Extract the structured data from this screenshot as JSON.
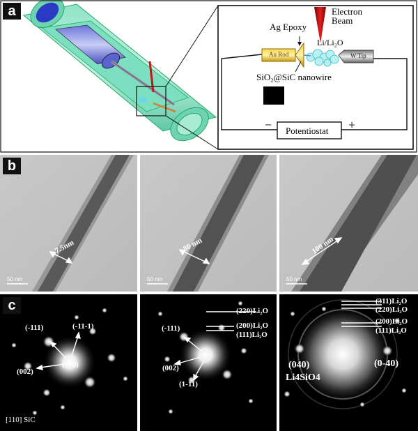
{
  "panel_a": {
    "label": "a",
    "electron_beam": "Electron\nBeam",
    "ag_epoxy": "Ag Epoxy",
    "li_li2o": "Li/Li₂O",
    "au_rod": "Au Rod",
    "w_tip": "W Tip",
    "nanowire": "SiO₂@SiC nanowire",
    "minus": "−",
    "plus": "+",
    "potentiostat": "Potentiostat"
  },
  "panel_b": {
    "label": "b",
    "images": [
      {
        "thickness": "7.5nm",
        "scale": "50 nm"
      },
      {
        "thickness": "80 nm",
        "scale": "50 nm"
      },
      {
        "thickness": "100 nm",
        "scale": "50 nm"
      }
    ]
  },
  "panel_c": {
    "label": "c",
    "sic_left": {
      "center": "(000)",
      "s1": "(-111)",
      "s2": "(-11-1)",
      "s3": "(002)",
      "zone": "[110] SiC"
    },
    "middle": {
      "s1": "(-111)",
      "s2": "(002)",
      "s3": "(1-11)",
      "r1": "(220)Li₂O",
      "r2": "(200)Li₂O",
      "r3": "(111)Li₂O"
    },
    "right": {
      "r0": "(311)Li₂O",
      "r1": "(220)Li₂O",
      "r2": "(200)Li₂O",
      "r3": "(111)Li₂O",
      "left_spot": "(040)",
      "right_spot": "(0-40)",
      "phase": "Li4SiO4"
    }
  }
}
